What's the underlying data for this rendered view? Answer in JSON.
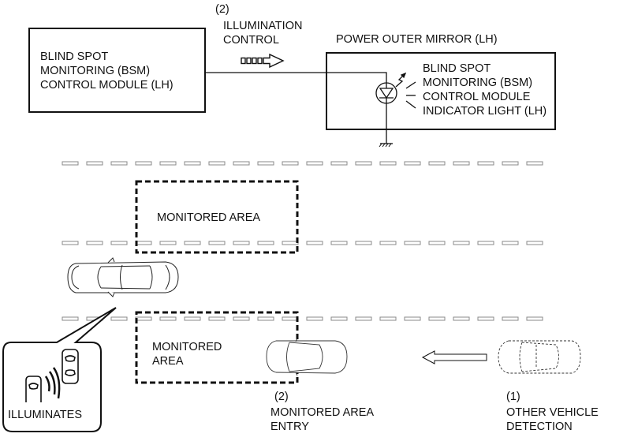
{
  "bsm_module": {
    "lines": [
      "BLIND SPOT",
      "MONITORING (BSM)",
      "CONTROL MODULE (LH)"
    ]
  },
  "illumination_control": {
    "step": "(2)",
    "lines": [
      "ILLUMINATION",
      "CONTROL"
    ]
  },
  "mirror": {
    "title": "POWER OUTER MIRROR (LH)",
    "indicator_lines": [
      "BLIND SPOT",
      "MONITORING (BSM)",
      "CONTROL MODULE",
      "INDICATOR LIGHT (LH)"
    ]
  },
  "monitored_area_upper": "MONITORED AREA",
  "monitored_area_lower": [
    "MONITORED",
    "AREA"
  ],
  "callout": {
    "label": "ILLUMINATES"
  },
  "entry": {
    "step": "(2)",
    "lines": [
      "MONITORED AREA",
      "ENTRY"
    ]
  },
  "detection": {
    "step": "(1)",
    "lines": [
      "OTHER VEHICLE",
      "DETECTION"
    ]
  },
  "colors": {
    "line": "#111111",
    "lane_dash": "#888888"
  }
}
